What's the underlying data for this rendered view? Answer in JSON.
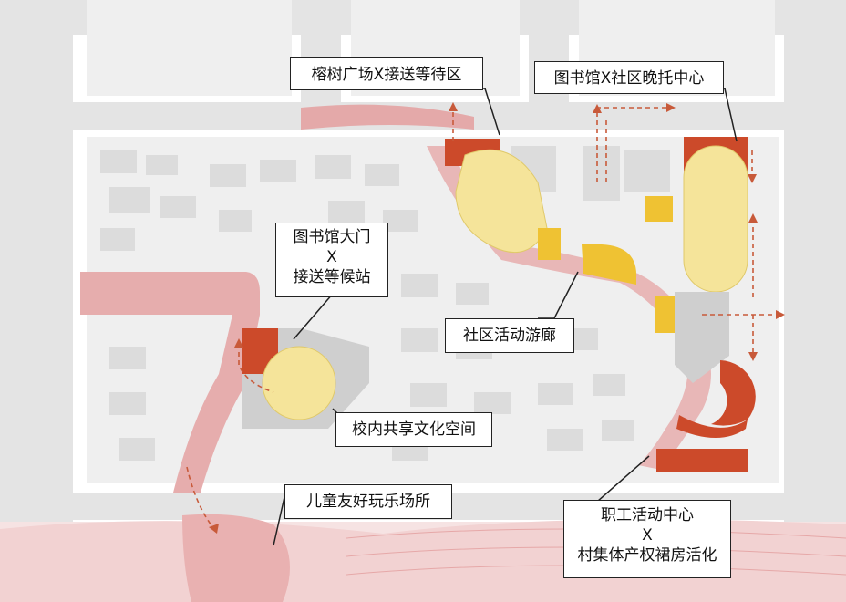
{
  "colors": {
    "background": "#ffffff",
    "block": "#ececec",
    "road": "#e2e2e2",
    "building": "#d8d8d8",
    "path_pink": "#e8b7b7",
    "plaza_pink": "#e4a9a9",
    "track_yellow": "#f5e49a",
    "accent_yellow": "#efc233",
    "accent_red": "#cc4a2a",
    "arrow": "#c85a3a",
    "text": "#111111"
  },
  "labels": {
    "banyan": "榕树广场X接送等待区",
    "library_evening": "图书馆X社区晚托中心",
    "library_gate_line1": "图书馆大门",
    "library_gate_line2": "X",
    "library_gate_line3": "接送等候站",
    "corridor": "社区活动游廊",
    "campus_culture": "校内共享文化空间",
    "children": "儿童友好玩乐场所",
    "staff_line1": "职工活动中心",
    "staff_line2": "X",
    "staff_line3": "村集体产权裙房活化"
  }
}
